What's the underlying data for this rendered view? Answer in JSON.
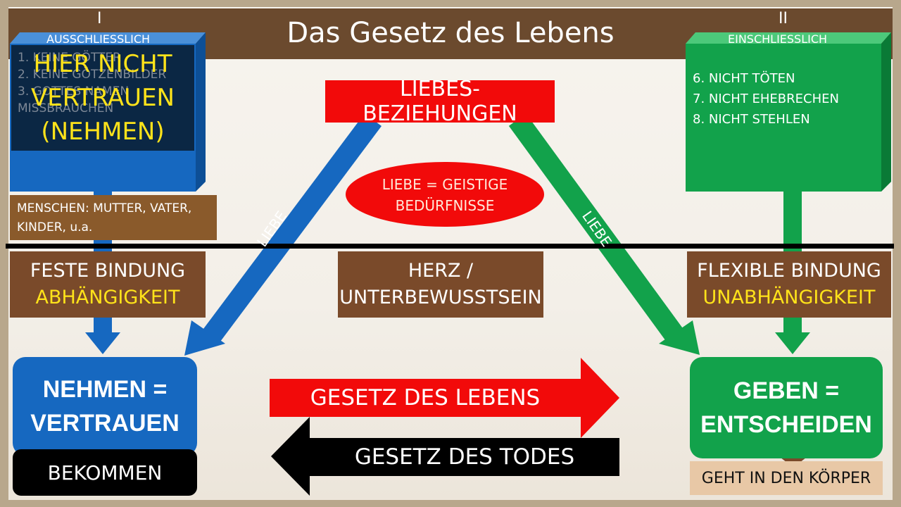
{
  "title": "Das Gesetz des Lebens",
  "left_column": {
    "roman": "I",
    "heading": "AUSSCHLIESSLICH",
    "overlay_line1": "HIER NICHT",
    "overlay_line2": "VERTRAUEN",
    "overlay_line3": "(NEHMEN)",
    "list": [
      "1. KEINE GÖTTER",
      "2. KEINE GÖTZENBILDER",
      "3. GOTTES NAMEN",
      "MISSBRAUCHEN"
    ],
    "people": "MENSCHEN: MUTTER, VATER, KINDER, u.a.",
    "binding": "FESTE BINDUNG",
    "binding_sub": "ABHÄNGIGKEIT",
    "result": "NEHMEN = VERTRAUEN",
    "result_sub": "BEKOMMEN"
  },
  "right_column": {
    "roman": "II",
    "heading": "EINSCHLIESSLICH",
    "list": [
      "6. NICHT TÖTEN",
      "7. NICHT EHEBRECHEN",
      "8. NICHT STEHLEN"
    ],
    "binding": "FLEXIBLE BINDUNG",
    "binding_sub": "UNABHÄNGIGKEIT",
    "result": "GEBEN = ENTSCHEIDEN",
    "result_sub": "GEHT IN DEN KÖRPER"
  },
  "center": {
    "top_box": "LIEBES-BEZIEHUNGEN",
    "ellipse": "LIEBE = GEISTIGE BEDÜRFNISSE",
    "heart": "HERZ / UNTERBEWUSSTSEIN",
    "left_arrow_label": "LIEBE",
    "right_arrow_label": "LIEBE",
    "law_life": "GESETZ DES LEBENS",
    "law_death": "GESETZ DES TODES"
  },
  "colors": {
    "blue": "#1668c0",
    "green": "#12a24b",
    "red": "#f20a0a",
    "brown": "#7a4a2a",
    "title_brown": "#6b4a2e",
    "yellow": "#ffe31a",
    "black": "#000000",
    "peach": "#e8c8a6"
  }
}
